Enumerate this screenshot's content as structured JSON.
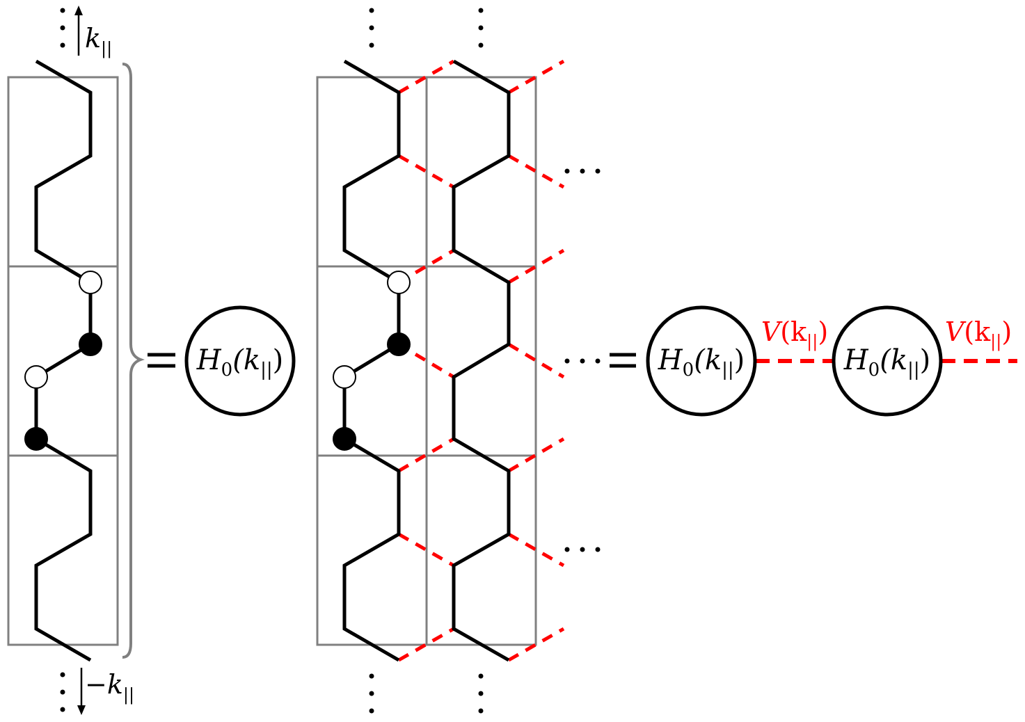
{
  "labels": {
    "k_par": "k",
    "k_par_sub": "||",
    "minus_k_par": "−k",
    "minus_k_par_sub": "||",
    "equals": "=",
    "h0_left_H": "H",
    "h0_left_sub": "0",
    "h0_left_arg": "(k",
    "h0_left_argsub": "||",
    "h0_left_close": ")",
    "h0_mid_H": "H",
    "h0_mid_sub": "0",
    "h0_mid_arg": "(k",
    "h0_mid_argsub": "||",
    "h0_mid_close": ")",
    "h0_right_H": "H",
    "h0_right_sub": "0",
    "h0_right_arg": "(k",
    "h0_right_argsub": "||",
    "h0_right_close": ")",
    "v1_V": "V",
    "v1_arg": "(k",
    "v1_sub": "||",
    "v1_close": ")",
    "v2_V": "V",
    "v2_arg": "(k",
    "v2_sub": "||",
    "v2_close": ")",
    "hdots": "⋯",
    "vdots": "⋮"
  },
  "colors": {
    "line": "#000000",
    "cell_border": "#808080",
    "coupling": "#ff0000",
    "filled_site": "#000000",
    "empty_site": "#ffffff"
  }
}
